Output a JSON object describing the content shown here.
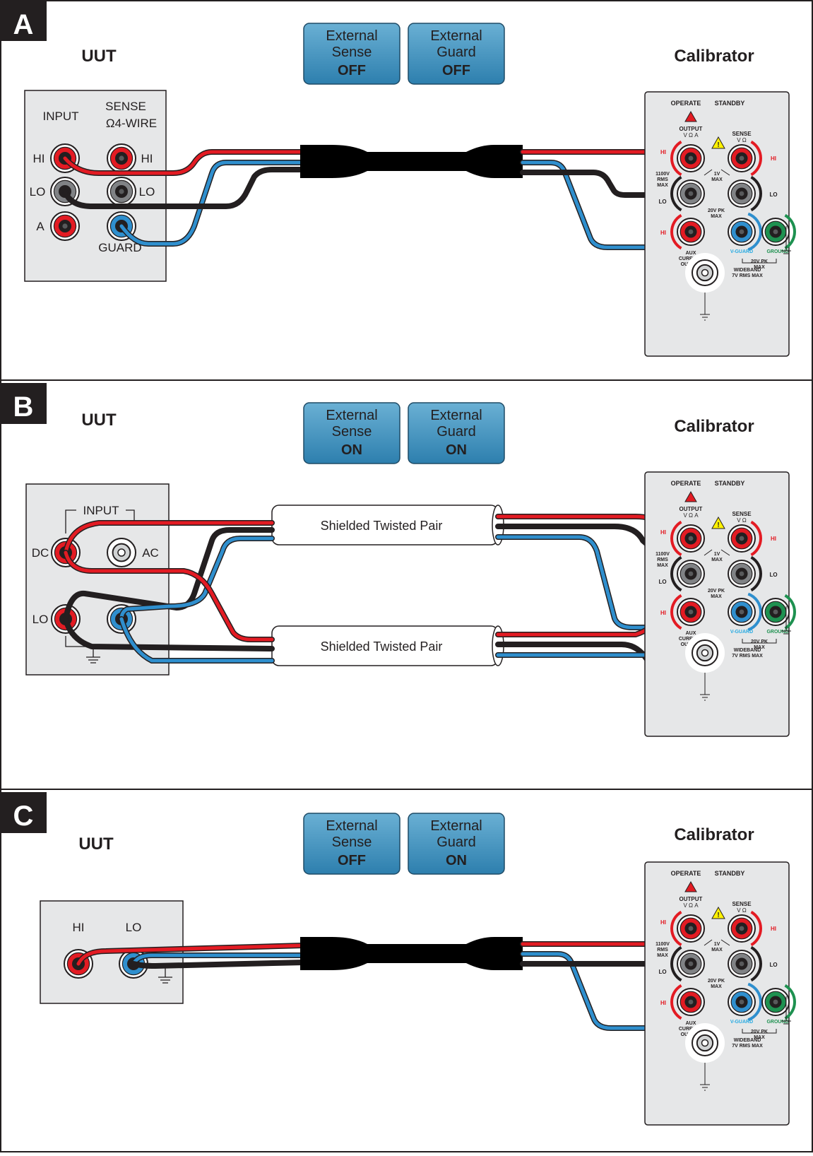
{
  "colors": {
    "red": "#e31b23",
    "black": "#231f20",
    "blue": "#2f8fce",
    "green": "#1e9150",
    "panel": "#e6e7e8",
    "button_top": "#6ab0d4",
    "button_bottom": "#2d7fae",
    "guard_text": "#29abe2",
    "ground_text": "#1e9150"
  },
  "sections": [
    {
      "letter": "A",
      "uut_title": "UUT",
      "cal_title": "Calibrator",
      "buttons": [
        {
          "line1": "External",
          "line2": "Sense",
          "state": "OFF"
        },
        {
          "line1": "External",
          "line2": "Guard",
          "state": "OFF"
        }
      ],
      "uut_labels": {
        "input": "INPUT",
        "sense": "SENSE",
        "sense2": "Ω4-WIRE",
        "hi": "HI",
        "lo": "LO",
        "a": "A",
        "hi_r": "HI",
        "lo_r": "LO",
        "guard": "GUARD"
      }
    },
    {
      "letter": "B",
      "uut_title": "UUT",
      "cal_title": "Calibrator",
      "buttons": [
        {
          "line1": "External",
          "line2": "Sense",
          "state": "ON"
        },
        {
          "line1": "External",
          "line2": "Guard",
          "state": "ON"
        }
      ],
      "uut_labels": {
        "input": "INPUT",
        "dc": "DC",
        "ac": "AC",
        "lo": "LO"
      },
      "cables": [
        "Shielded Twisted Pair",
        "Shielded Twisted Pair"
      ]
    },
    {
      "letter": "C",
      "uut_title": "UUT",
      "cal_title": "Calibrator",
      "buttons": [
        {
          "line1": "External",
          "line2": "Sense",
          "state": "OFF"
        },
        {
          "line1": "External",
          "line2": "Guard",
          "state": "ON"
        }
      ],
      "uut_labels": {
        "hi": "HI",
        "lo": "LO"
      }
    }
  ],
  "calibrator_panel": {
    "operate": "OPERATE",
    "standby": "STANDBY",
    "output": "OUTPUT",
    "output_sub": "V Ω A",
    "sense": "SENSE",
    "sense_sub": "V Ω",
    "hi": "HI",
    "lo": "LO",
    "v1100": "1100V",
    "rms": "RMS",
    "max": "MAX",
    "v1": "1V",
    "v20pk": "20V PK",
    "aux": "AUX",
    "current": "CURRENT",
    "output2": "OUTPUT",
    "vguard": "V-GUARD",
    "ground": "GROUND",
    "wideband": "WIDEBAND",
    "wideband2": "7V RMS MAX"
  }
}
